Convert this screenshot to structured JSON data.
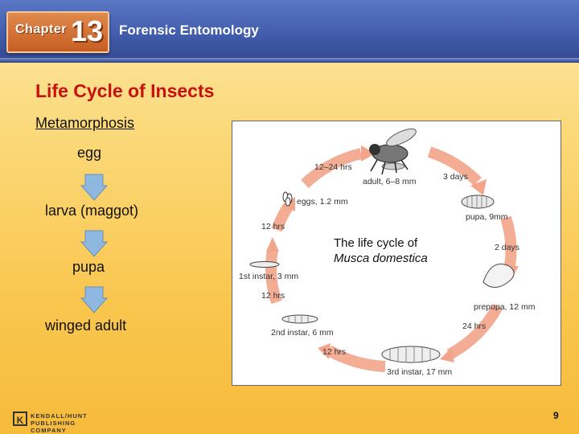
{
  "header": {
    "chapter_word": "Chapter",
    "chapter_number": "13",
    "title": "Forensic Entomology"
  },
  "slide": {
    "title": "Life Cycle of Insects",
    "subhead": "Metamorphosis",
    "stages": [
      "egg",
      "larva (maggot)",
      "pupa",
      "winged adult"
    ]
  },
  "figure": {
    "caption_line1": "The life cycle of",
    "caption_line2": "Musca domestica",
    "labels": {
      "t_12_24": "12–24 hrs",
      "adult": "adult, 6–8 mm",
      "three_days": "3 days",
      "eggs": "eggs, 1.2 mm",
      "pupa": "pupa, 9mm",
      "t12a": "12 hrs",
      "two_days": "2 days",
      "first_instar": "1st instar, 3 mm",
      "t12b": "12 hrs",
      "prepupa": "prepupa, 12 mm",
      "second_instar": "2nd instar, 6 mm",
      "t24": "24 hrs",
      "t12c": "12 hrs",
      "third_instar": "3rd instar, 17 mm"
    }
  },
  "footer": {
    "publisher_mark": "K",
    "publisher_line1": "KENDALL/HUNT",
    "publisher_line2": "PUBLISHING COMPANY",
    "page_number": "9"
  },
  "colors": {
    "header_blue": "#3f5aa8",
    "title_red": "#c8100c",
    "arrow_blue": "#8fb8e0",
    "cycle_salmon": "#f2a58a"
  }
}
